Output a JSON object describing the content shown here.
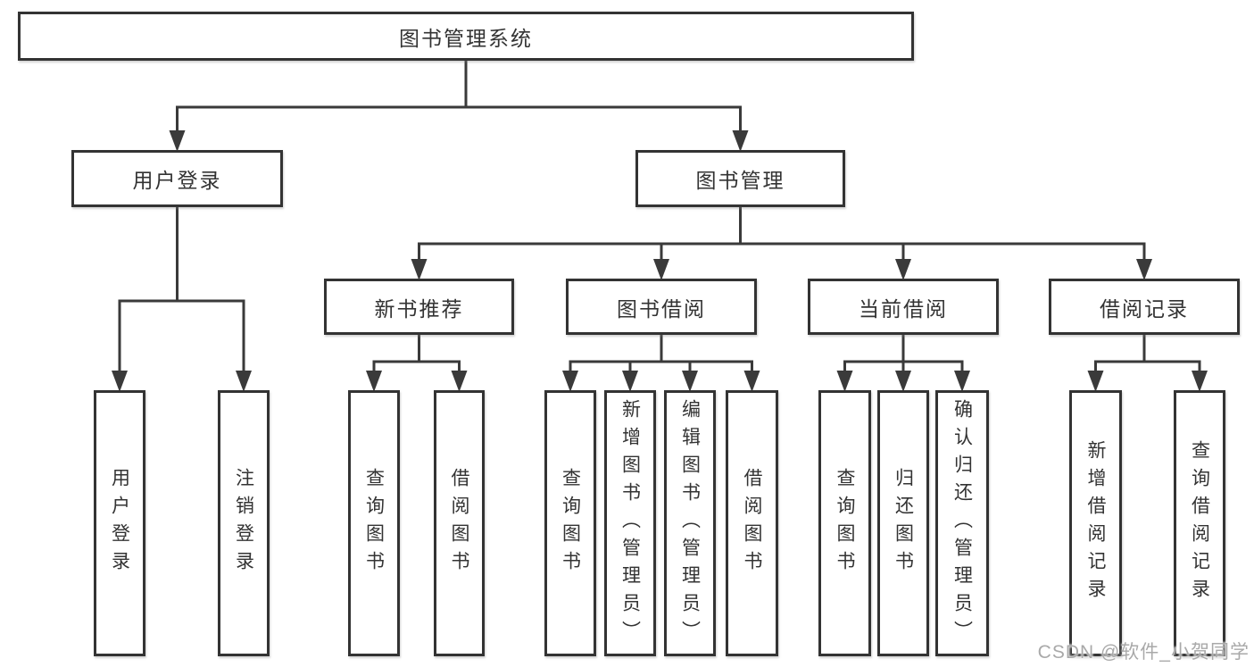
{
  "watermark": "CSDN @软件_小贺同学",
  "colors": {
    "line": "#3a3a3a",
    "border": "#333333",
    "text": "#333333",
    "watermark": "#a9a9a9",
    "background": "#ffffff"
  },
  "diagram": {
    "root_label": "图书管理系统",
    "nodes": [
      {
        "id": "root",
        "label": "图书管理系统",
        "orientation": "horizontal",
        "parent": null
      },
      {
        "id": "user-login",
        "label": "用户登录",
        "orientation": "horizontal",
        "parent": "root"
      },
      {
        "id": "book-mgmt",
        "label": "图书管理",
        "orientation": "horizontal",
        "parent": "root"
      },
      {
        "id": "login",
        "label": "用户登录",
        "orientation": "vertical",
        "parent": "user-login"
      },
      {
        "id": "logout",
        "label": "注销登录",
        "orientation": "vertical",
        "parent": "user-login"
      },
      {
        "id": "new-book-rec",
        "label": "新书推荐",
        "orientation": "horizontal",
        "parent": "book-mgmt"
      },
      {
        "id": "book-borrow",
        "label": "图书借阅",
        "orientation": "horizontal",
        "parent": "book-mgmt"
      },
      {
        "id": "current-borrow",
        "label": "当前借阅",
        "orientation": "horizontal",
        "parent": "book-mgmt"
      },
      {
        "id": "borrow-records",
        "label": "借阅记录",
        "orientation": "horizontal",
        "parent": "book-mgmt"
      },
      {
        "id": "rec-query-books",
        "label": "查询图书",
        "orientation": "vertical",
        "parent": "new-book-rec"
      },
      {
        "id": "rec-borrow-books",
        "label": "借阅图书",
        "orientation": "vertical",
        "parent": "new-book-rec"
      },
      {
        "id": "bb-query-books",
        "label": "查询图书",
        "orientation": "vertical",
        "parent": "book-borrow"
      },
      {
        "id": "bb-add-books",
        "label": "新增图书（管理员）",
        "orientation": "vertical",
        "parent": "book-borrow"
      },
      {
        "id": "bb-edit-books",
        "label": "编辑图书（管理员）",
        "orientation": "vertical",
        "parent": "book-borrow"
      },
      {
        "id": "bb-borrow-books",
        "label": "借阅图书",
        "orientation": "vertical",
        "parent": "book-borrow"
      },
      {
        "id": "cb-query-books",
        "label": "查询图书",
        "orientation": "vertical",
        "parent": "current-borrow"
      },
      {
        "id": "cb-return-books",
        "label": "归还图书",
        "orientation": "vertical",
        "parent": "current-borrow"
      },
      {
        "id": "cb-confirm-return",
        "label": "确认归还（管理员）",
        "orientation": "vertical",
        "parent": "current-borrow"
      },
      {
        "id": "br-add-record",
        "label": "新增借阅记录",
        "orientation": "vertical",
        "parent": "borrow-records"
      },
      {
        "id": "br-query-record",
        "label": "查询借阅记录",
        "orientation": "vertical",
        "parent": "borrow-records"
      }
    ]
  }
}
